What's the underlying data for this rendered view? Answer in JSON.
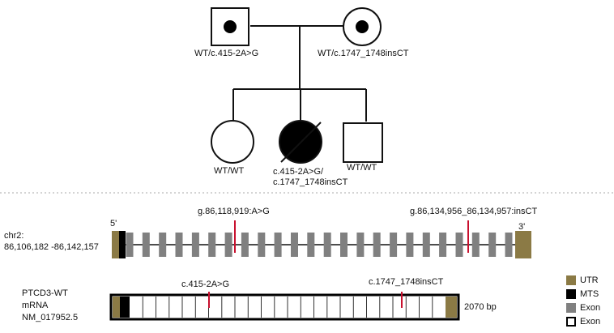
{
  "pedigree": {
    "father": {
      "genotype": "WT/c.415-2A>G"
    },
    "mother": {
      "genotype": "WT/c.1747_1748insCT"
    },
    "children": [
      {
        "sex": "female",
        "affected": false,
        "genotype": "WT/WT"
      },
      {
        "sex": "female",
        "affected": true,
        "deceased": true,
        "genotype_line1": "c.415-2A>G/",
        "genotype_line2": "c.1747_1748insCT"
      },
      {
        "sex": "male",
        "affected": false,
        "genotype": "WT/WT"
      }
    ]
  },
  "gene": {
    "chrom_label_line1": "chr2:",
    "chrom_label_line2": "86,106,182 -86,142,157",
    "five_prime": "5'",
    "three_prime": "3'",
    "variant1_genomic": "g.86,118,919:A>G",
    "variant2_genomic": "g.86,134,956_86,134,957:insCT",
    "exon_count": 24
  },
  "mrna": {
    "label_line1": "PTCD3-WT",
    "label_line2": "mRNA",
    "label_line3": "NM_017952.5",
    "length_label": "2070 bp",
    "variant1_cdna": "c.415-2A>G",
    "variant2_cdna": "c.1747_1748insCT",
    "segment_count": 24
  },
  "legend": [
    {
      "name": "UTR",
      "color": "#8b7a45"
    },
    {
      "name": "MTS",
      "color": "#000000"
    },
    {
      "name": "Exon",
      "color": "#808080"
    },
    {
      "name": "Exon",
      "color": "#ffffff"
    }
  ],
  "colors": {
    "utr": "#8b7a45",
    "mts": "#000000",
    "exon": "#808080",
    "variant": "#c8102e"
  }
}
